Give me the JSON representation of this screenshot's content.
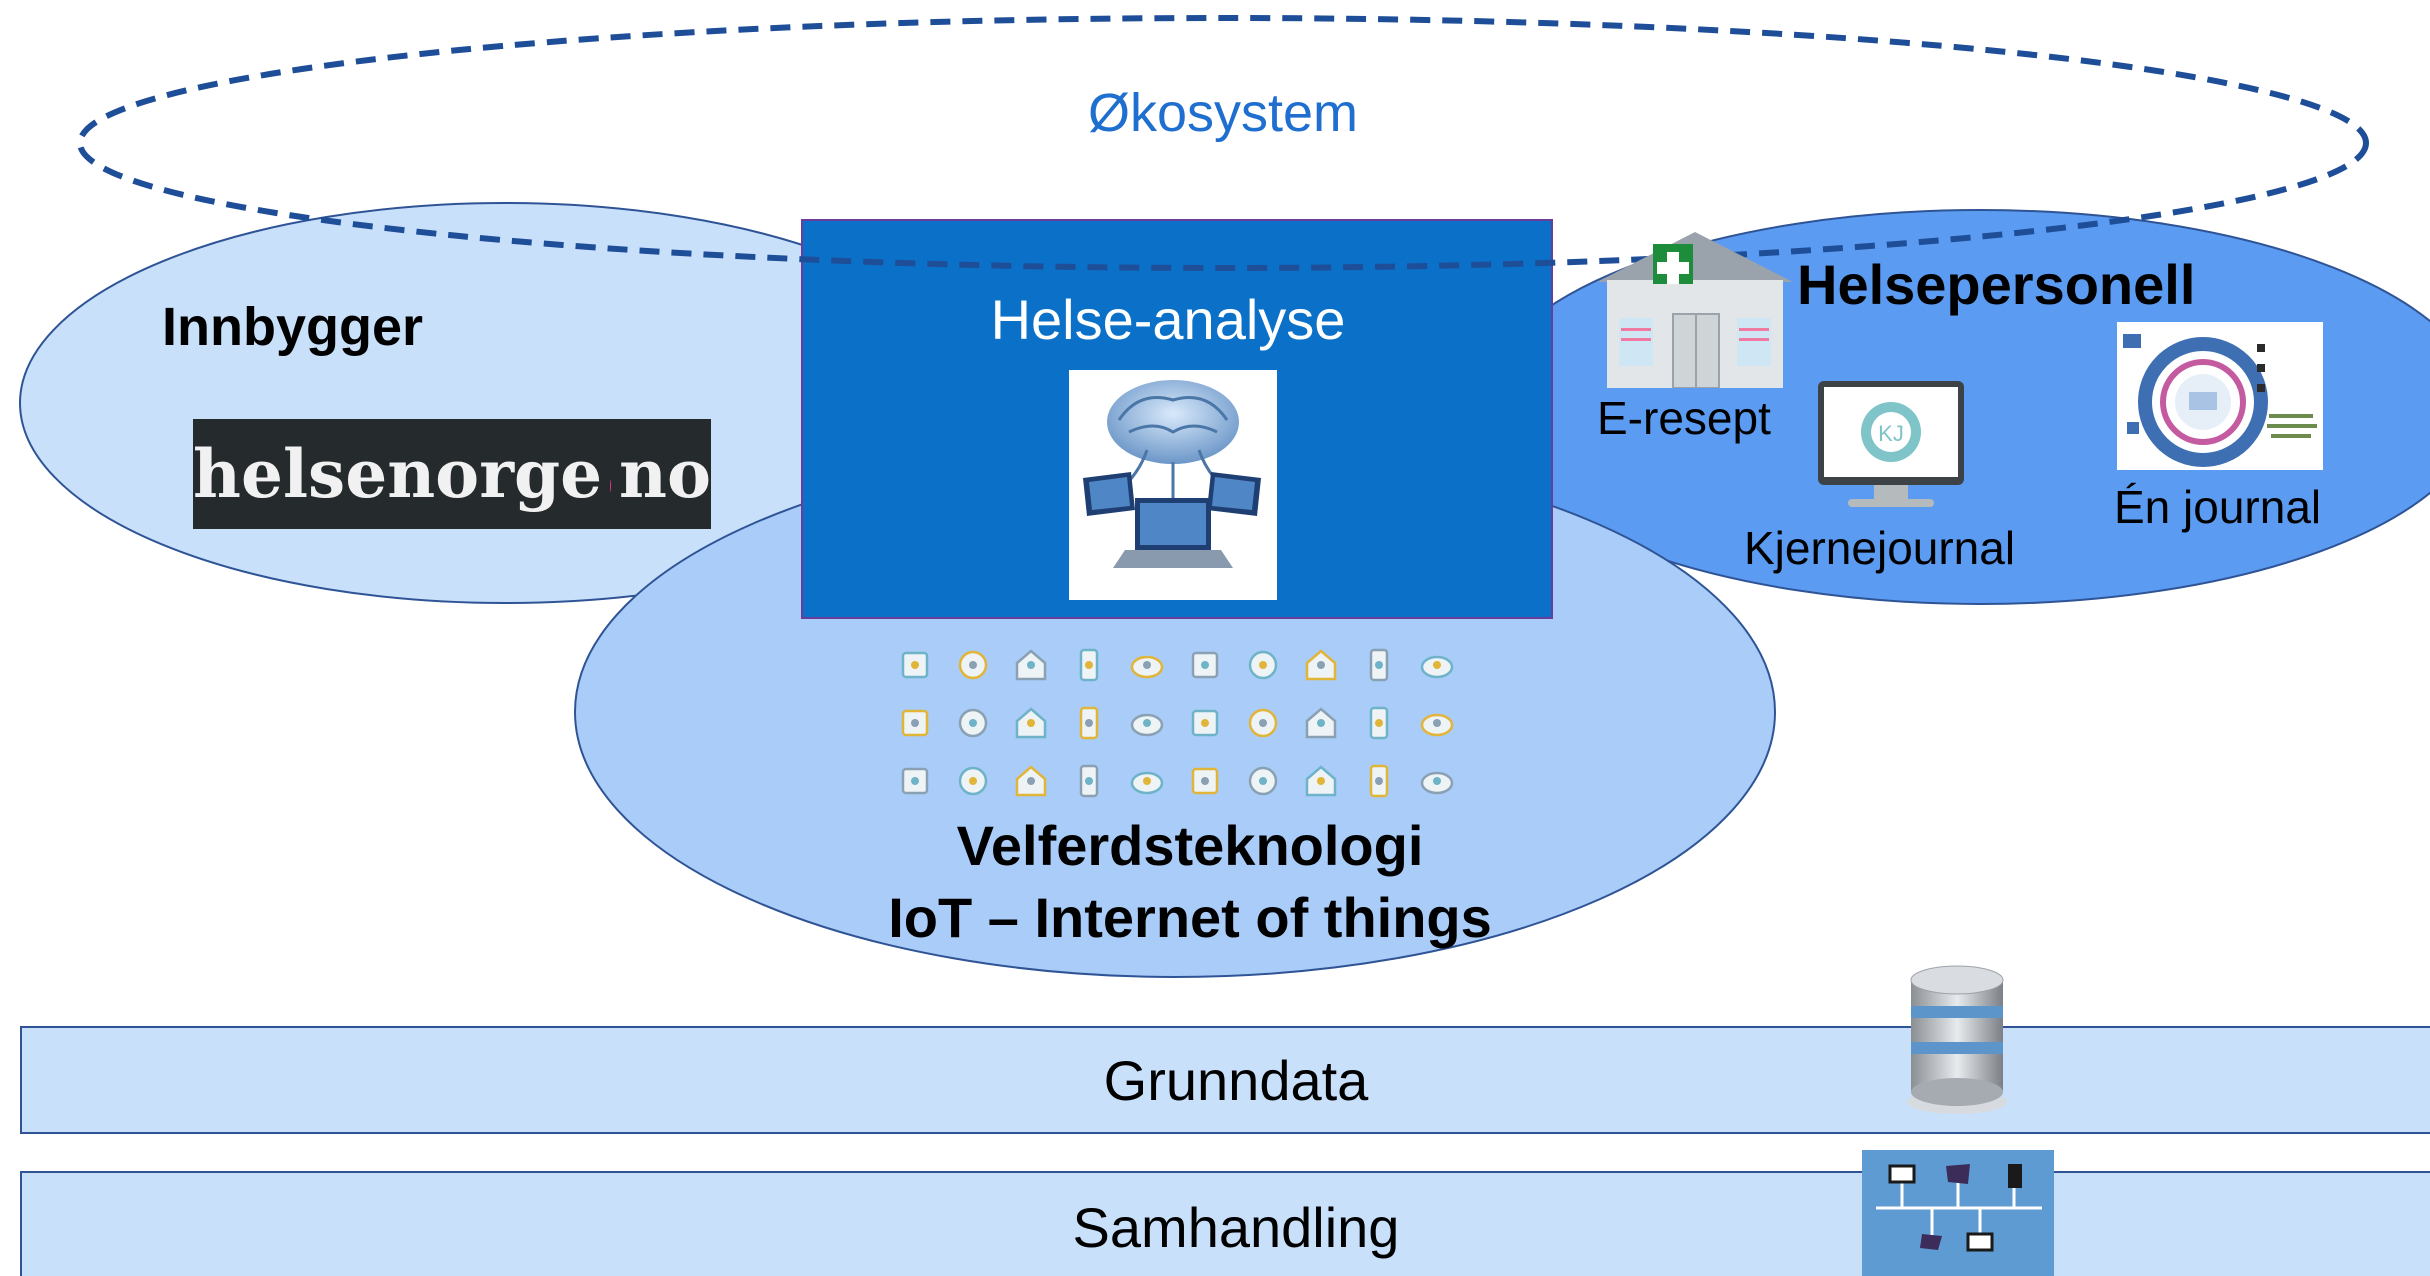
{
  "colors": {
    "ecosystem_dash": "#1F4E99",
    "ecosystem_text": "#1F6FD0",
    "citizen_fill": "#C9E0FB",
    "professional_fill": "#5B9BF1",
    "welfare_fill": "#A9CDF8",
    "analysis_box": "#0A70C8",
    "bar_fill": "#C9E0FB",
    "outline": "#2F5496"
  },
  "ecosystem": {
    "label": "Økosystem"
  },
  "citizen": {
    "title": "Innbygger",
    "logo": {
      "icon": "helsenorge-logo",
      "text_left": "helsenorge",
      "text_right": "no"
    }
  },
  "health_professional": {
    "title": "Helsepersonell",
    "items": [
      {
        "label": "E-resept",
        "icon": "pharmacy-icon"
      },
      {
        "label": "Kjernejournal",
        "icon": "monitor-kj-icon"
      },
      {
        "label": "Én journal",
        "icon": "journal-diagram-icon"
      }
    ]
  },
  "health_analysis": {
    "title": "Helse-analyse",
    "icon": "brain-laptops-icon"
  },
  "welfare": {
    "line1": "Velferdsteknologi",
    "line2": "IoT – Internet of things",
    "icons": [
      "calendar-icon",
      "smartphone-icon",
      "smart-home-icon",
      "chip-icon",
      "compass-icon",
      "cloud-network-icon",
      "house-devices-icon",
      "bottle-icon",
      "tv-icon",
      "watch-icon",
      "drone-icon",
      "gamepad-icon",
      "wristwatch-icon",
      "car-icon",
      "webcam-icon",
      "fridge-icon",
      "printer-icon",
      "glasses-icon",
      "dashboard-icon",
      "house-icon",
      "smartwatch-icon",
      "earth-gamepad-icon",
      "plug-icon",
      "gear-globe-icon",
      "devices-icon",
      "globe-icon",
      "vr-headset-icon",
      "cloud-icon",
      "oven-icon",
      "washer-icon"
    ]
  },
  "bars": [
    {
      "label": "Grunndata",
      "icon": "database-icon"
    },
    {
      "label": "Samhandling",
      "icon": "network-icon"
    }
  ]
}
